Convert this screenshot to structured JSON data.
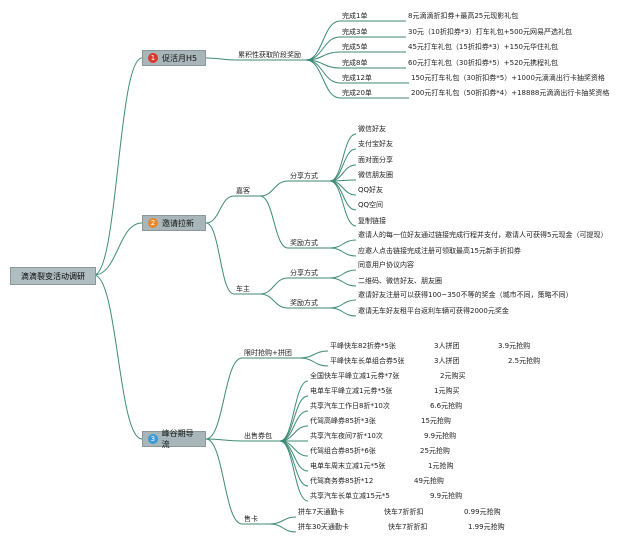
{
  "root": "滴滴裂变活动调研",
  "branches": {
    "promo": {
      "label": "促活月H5",
      "badge": "1",
      "badge_color": "#d9382c",
      "sub": "累积性获取阶段奖励",
      "items": [
        {
          "step": "完成1单",
          "reward": "8元滴滴折扣券+最高25元现影礼包"
        },
        {
          "step": "完成3单",
          "reward": "30元（10折扣券*3）打车礼包+500元网易严选礼包"
        },
        {
          "step": "完成5单",
          "reward": "45元打车礼包（15折扣券*3）+150元华住礼包"
        },
        {
          "step": "完成8单",
          "reward": "60元打车礼包（30折扣券*5）+520元携程礼包"
        },
        {
          "step": "完成12单",
          "reward": "150元打车礼包（30折扣券*5）+1000元滴滴出行卡抽奖资格"
        },
        {
          "step": "完成20单",
          "reward": "200元打车礼包（50折扣券*4）+18888元滴滴出行卡抽奖资格"
        }
      ]
    },
    "invite": {
      "label": "邀请拉新",
      "badge": "2",
      "badge_color": "#e8862a",
      "guest": {
        "label": "嘉客",
        "share_label": "分享方式",
        "share_items": [
          "微信好友",
          "支付宝好友",
          "面对面分享",
          "微信朋友圈",
          "QQ好友",
          "QQ空间",
          "复制链接"
        ],
        "reward_label": "奖励方式",
        "reward_items": [
          "邀请人的每一位好友通过链接完成行程并支付，邀请人可获得5元现金（可提现）",
          "应邀人点击链接完成注册可领取最高15元新手折扣券"
        ]
      },
      "owner": {
        "label": "车主",
        "share_label": "分享方式",
        "share_items": [
          "同意用户协议内容",
          "二维码、微信好友、朋友圈"
        ],
        "reward_label": "奖励方式",
        "reward_items": [
          "邀请好友注册可以获得100~350不等的奖金（城市不同，策略不同）",
          "邀请无车好友租平台返利车辆可获得2000元奖金"
        ]
      }
    },
    "peak": {
      "label": "峰谷期导流",
      "badge": "3",
      "badge_color": "#3a9ad9",
      "flash": {
        "label": "限时抢购+拼团",
        "items": [
          {
            "name": "平峰快车82折券*5张",
            "group": "3人拼团",
            "price": "3.9元抢购"
          },
          {
            "name": "平峰快车长单组合券5张",
            "group": "3人拼团",
            "price": "2.5元抢购"
          }
        ]
      },
      "coupons": {
        "label": "出售券包",
        "items": [
          {
            "name": "全国快车平峰立减1元券*7张",
            "price": "2元购买"
          },
          {
            "name": "电单车平峰立减1元券*5张",
            "price": "1元购买"
          },
          {
            "name": "共享汽车工作日8折*10次",
            "price": "6.6元抢购"
          },
          {
            "name": "代驾高峰券85折*3张",
            "price": "15元抢购"
          },
          {
            "name": "共享汽车夜间7折*10次",
            "price": "9.9元抢购"
          },
          {
            "name": "代驾组合券85折*6张",
            "price": "25元抢购"
          },
          {
            "name": "电单车周末立减1元*5张",
            "price": "1元抢购"
          },
          {
            "name": "代驾商务券85折*12",
            "price": "49元抢购"
          },
          {
            "name": "共享汽车长单立减15元*5",
            "price": "9.9元抢购"
          }
        ]
      },
      "cards": {
        "label": "售卡",
        "items": [
          {
            "name": "拼车7天通勤卡",
            "discount": "快车7折折扣",
            "price": "0.99元抢购"
          },
          {
            "name": "拼车30天通勤卡",
            "discount": "快车7折折扣",
            "price": "1.99元抢购"
          }
        ]
      }
    }
  }
}
